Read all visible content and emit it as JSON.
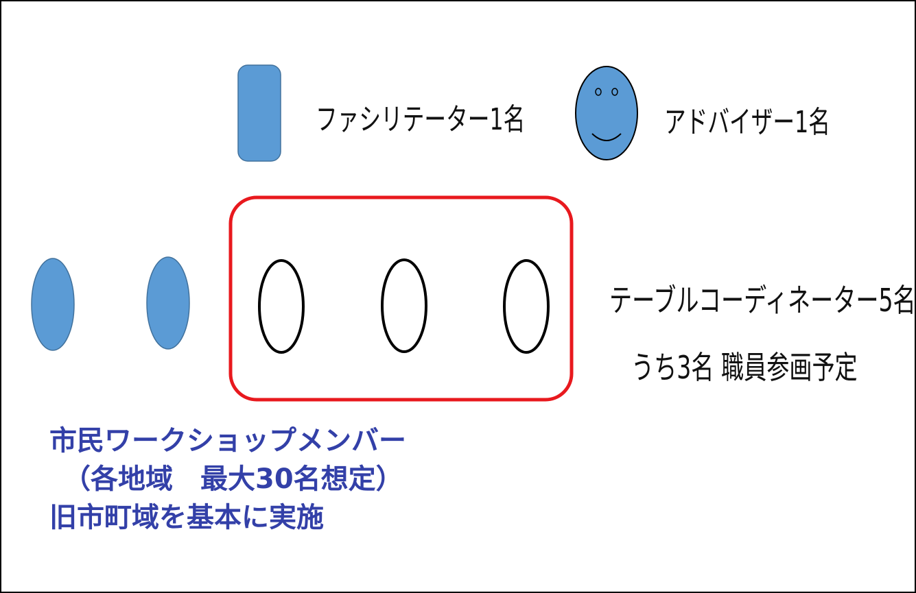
{
  "colors": {
    "shape_blue": "#5b9bd5",
    "shape_outline": "#41719c",
    "highlight_red": "#e8191e",
    "member_text": "#3340a8"
  },
  "legend": {
    "facilitator": {
      "icon": "rounded-rectangle",
      "label": "ファシリテーター1名"
    },
    "adviser": {
      "icon": "smiley-face",
      "label": "アドバイザー1名"
    }
  },
  "table": {
    "participants": [
      {
        "kind": "filled-ellipse"
      },
      {
        "kind": "filled-ellipse"
      },
      {
        "kind": "outline-ellipse"
      },
      {
        "kind": "outline-ellipse"
      },
      {
        "kind": "outline-ellipse"
      }
    ],
    "coordinator_label": "テーブルコーディネーター5名",
    "staff_note": "うち3名 職員参画予定"
  },
  "members": {
    "lines": [
      "市民ワークショップメンバー",
      "　（各地域　最大30名想定）",
      "旧市町域を基本に実施"
    ]
  }
}
